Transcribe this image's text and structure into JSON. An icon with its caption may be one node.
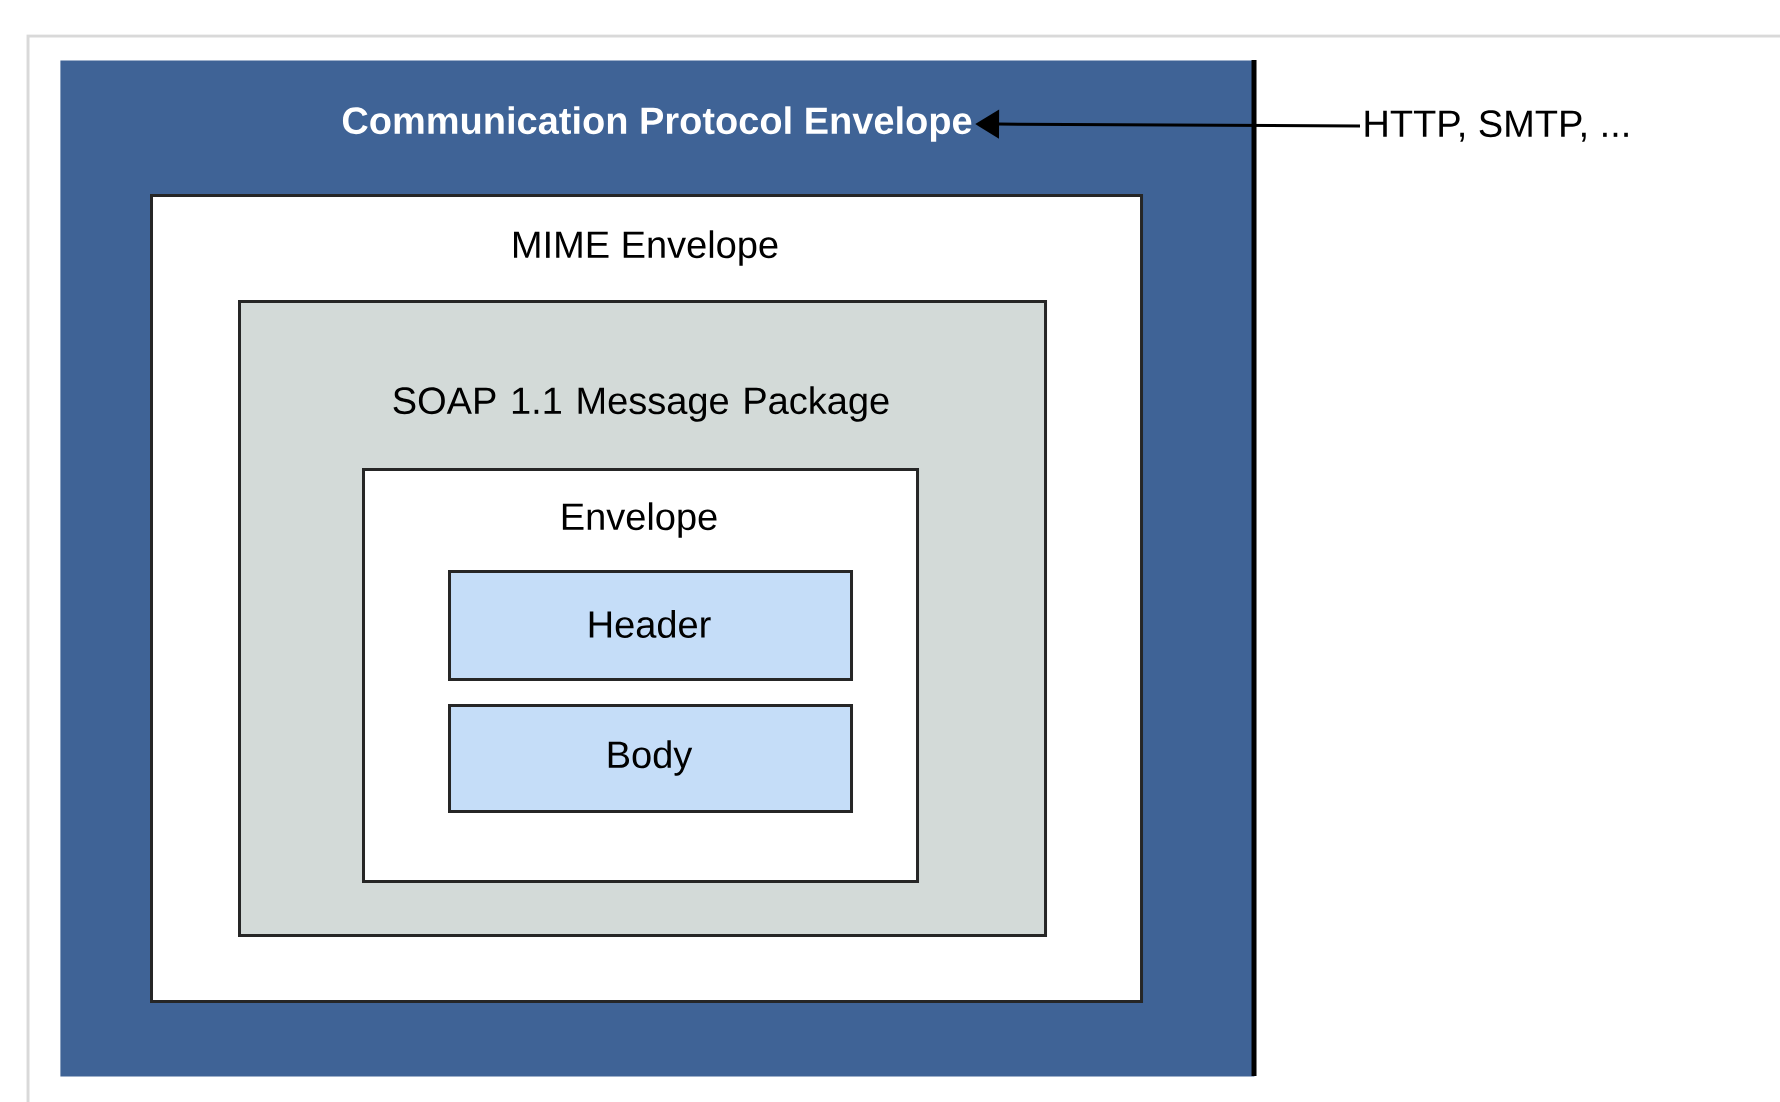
{
  "diagram": {
    "nodes": [
      {
        "text": [
          "Communication Protocol Envelope"
        ]
      },
      {
        "text": [
          "MIME Envelope"
        ],
        "in": 0
      },
      {
        "text": [
          "SOAP 1.1 Message Package"
        ],
        "in": 1
      },
      {
        "text": [
          "Envelope"
        ],
        "in": 2
      },
      {
        "text": [
          "Header"
        ],
        "in": 3
      },
      {
        "text": [
          "Body"
        ],
        "in": 3
      },
      {
        "text": [
          "HTTP, SMTP, ..."
        ]
      }
    ],
    "edges": [
      {
        "from": 6,
        "to": 0,
        "arrow": "to"
      }
    ]
  }
}
